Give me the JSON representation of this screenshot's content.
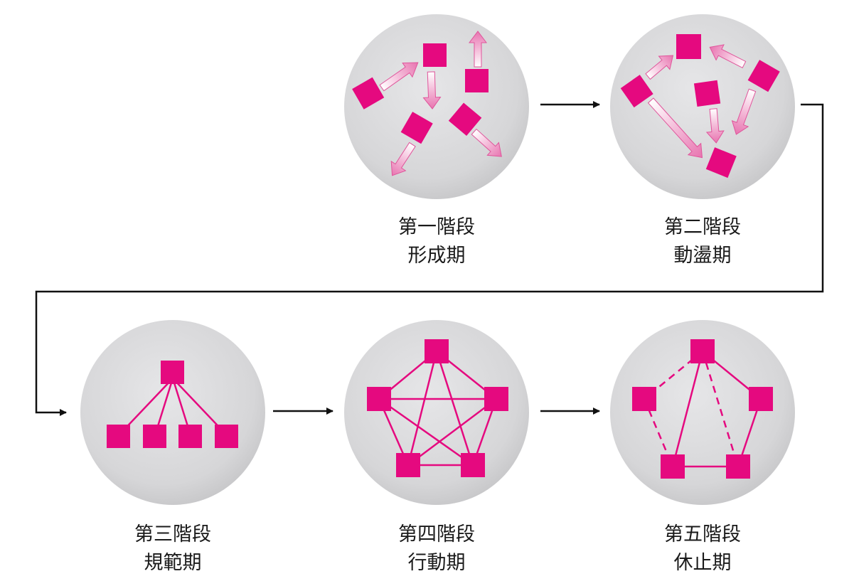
{
  "colors": {
    "node": "#e5097f",
    "circle": "#d8d8da",
    "connector": "#111111",
    "label": "#1a1a1a"
  },
  "stages": [
    {
      "title": "第一階段",
      "name": "形成期"
    },
    {
      "title": "第二階段",
      "name": "動盪期"
    },
    {
      "title": "第三階段",
      "name": "規範期"
    },
    {
      "title": "第四階段",
      "name": "行動期"
    },
    {
      "title": "第五階段",
      "name": "休止期"
    }
  ]
}
